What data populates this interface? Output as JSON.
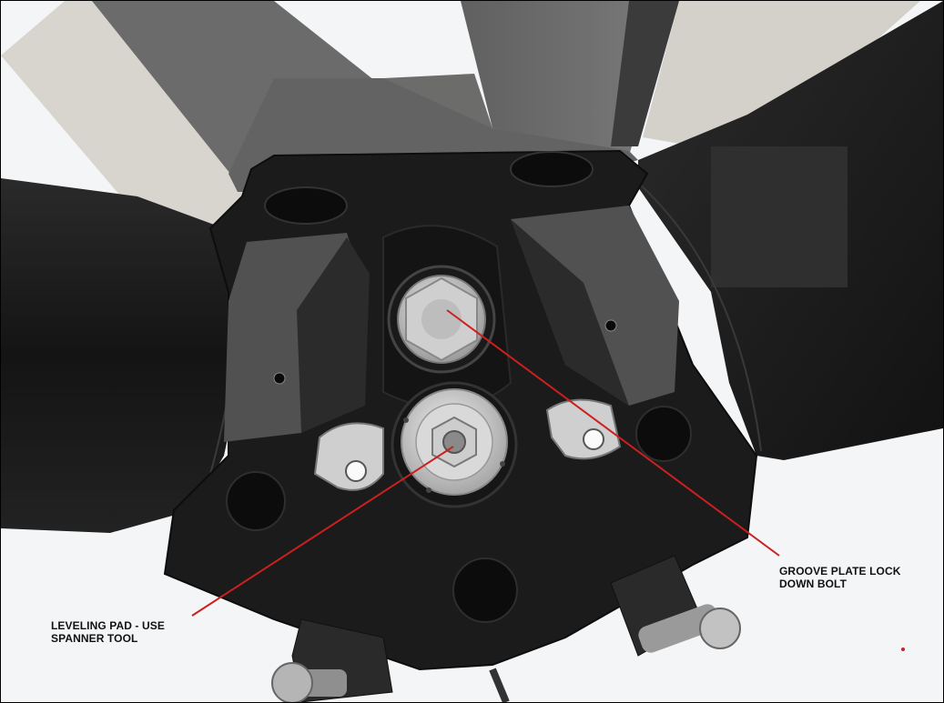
{
  "callouts": {
    "groove_plate_lock": {
      "line1": "GROOVE PLATE LOCK",
      "line2": "DOWN BOLT"
    },
    "leveling_pad": {
      "line1": "LEVELING PAD - USE",
      "line2": "SPANNER TOOL"
    }
  },
  "colors": {
    "leader_line": "#cc1f1f",
    "body": "#1c1c1c",
    "tube": "#151515",
    "metal": "#bdbdbd",
    "beam_light": "#d9d6cf",
    "beam_grey": "#6e6f6e"
  }
}
